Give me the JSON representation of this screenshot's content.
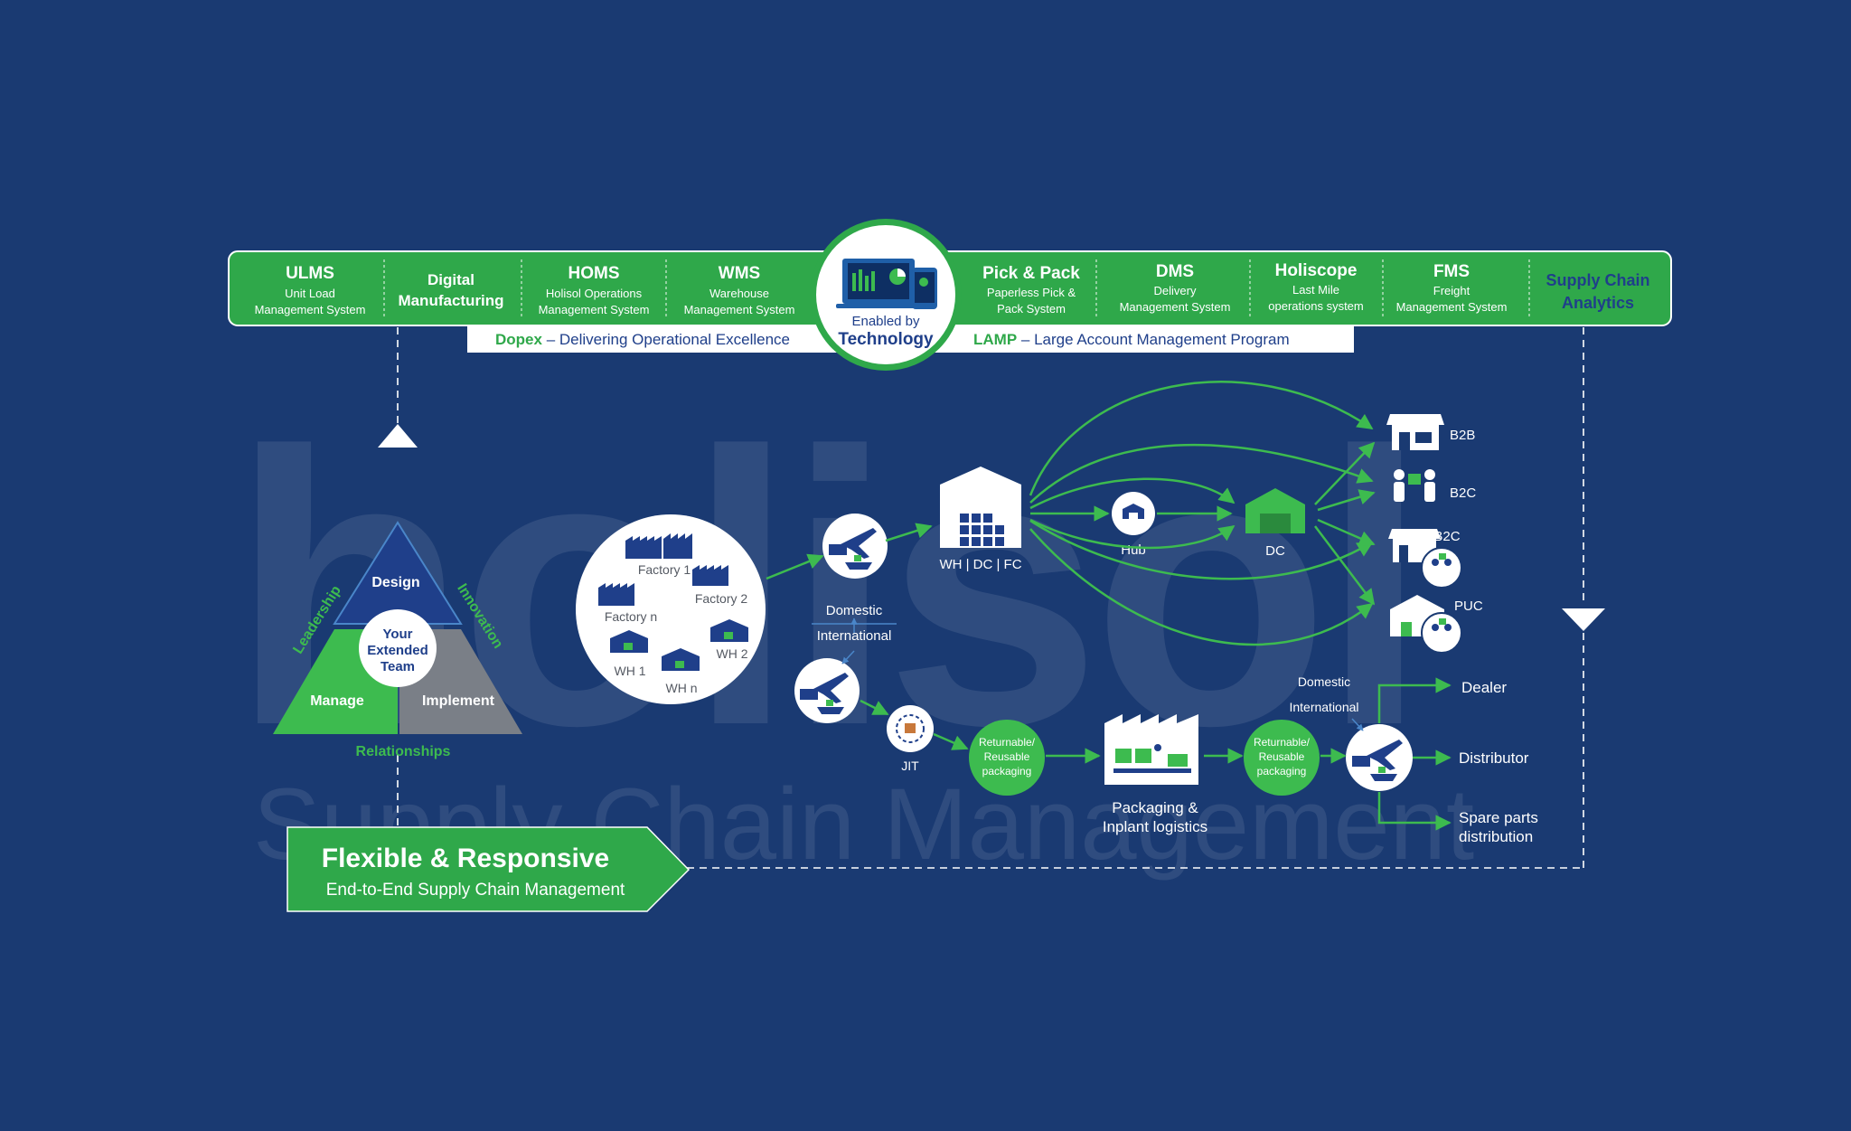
{
  "watermark": {
    "brand": "holisol",
    "tagline": "Supply Chain Management"
  },
  "top_bar": {
    "modules": [
      {
        "title": "ULMS",
        "sub1": "Unit Load",
        "sub2": "Management System"
      },
      {
        "title": "Digital",
        "sub1": "Manufacturing",
        "sub2": ""
      },
      {
        "title": "HOMS",
        "sub1": "Holisol Operations",
        "sub2": "Management System"
      },
      {
        "title": "WMS",
        "sub1": "Warehouse",
        "sub2": "Management System"
      },
      {
        "title": "Pick & Pack",
        "sub1": "Paperless Pick &",
        "sub2": "Pack System"
      },
      {
        "title": "DMS",
        "sub1": "Delivery",
        "sub2": "Management System"
      },
      {
        "title": "Holiscope",
        "sub1": "Last Mile",
        "sub2": "operations system"
      },
      {
        "title": "FMS",
        "sub1": "Freight",
        "sub2": "Management System"
      },
      {
        "title": "Supply Chain",
        "sub1": "Analytics",
        "sub2": ""
      }
    ],
    "center_small": "Enabled by",
    "center_big": "Technology",
    "dopex_name": "Dopex",
    "dopex_desc": " – Delivering Operational Excellence",
    "lamp_name": "LAMP",
    "lamp_desc": " – Large Account Management Program"
  },
  "triangle": {
    "design": "Design",
    "manage": "Manage",
    "implement": "Implement",
    "center1": "Your",
    "center2": "Extended",
    "center3": "Team",
    "leadership": "Leadership",
    "innovation": "Innovation",
    "relationships": "Relationships"
  },
  "factory_circle": {
    "f1": "Factory 1",
    "f2": "Factory 2",
    "fn": "Factory n",
    "wh1": "WH 1",
    "wh2": "WH 2",
    "whn": "WH n"
  },
  "flow": {
    "domestic": "Domestic",
    "international": "International",
    "wh_dc_fc": "WH | DC | FC",
    "hub": "Hub",
    "dc": "DC",
    "b2b": "B2B",
    "b2c": "B2C",
    "b2b2c": "B2B2C",
    "puc": "PUC",
    "jit": "JIT",
    "returnable_1": [
      "Returnable/",
      "Reusable",
      "packaging"
    ],
    "returnable_2": [
      "Returnable/",
      "Reusable",
      "packaging"
    ],
    "packaging_1": "Packaging &",
    "packaging_2": "Inplant logistics",
    "domestic2": "Domestic",
    "international2": "International",
    "dealer": "Dealer",
    "distributor": "Distributor",
    "spare1": "Spare parts",
    "spare2": "distribution"
  },
  "banner": {
    "title": "Flexible & Responsive",
    "subtitle": "End-to-End Supply Chain Management"
  },
  "colors": {
    "background": "#1a3a72",
    "green": "#2fa84a",
    "bright_green": "#3dbb4f",
    "navy_text": "#1f3f8a",
    "white": "#ffffff"
  }
}
